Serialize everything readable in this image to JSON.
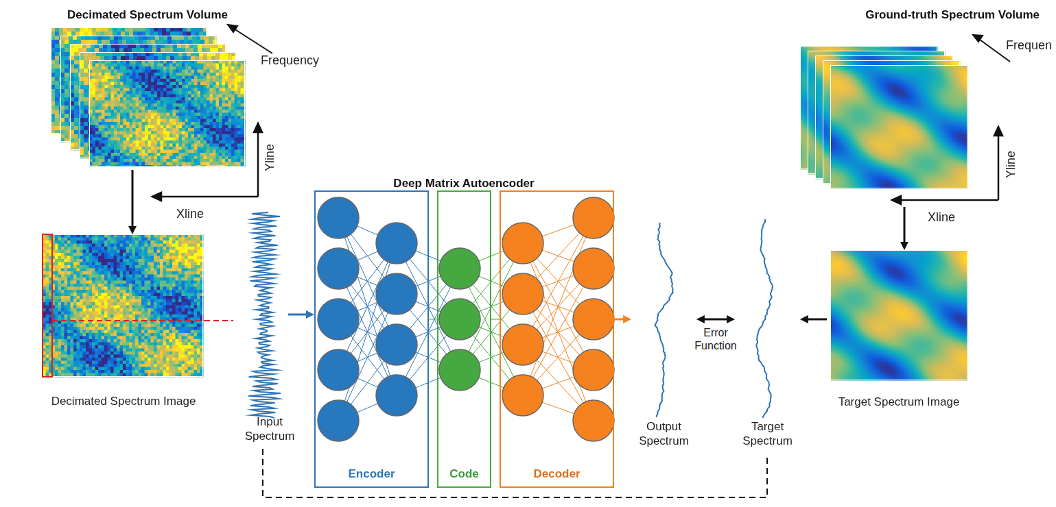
{
  "diagram": {
    "nodes": [
      {
        "text": [
          "Decimated Spectrum Volume"
        ]
      },
      {
        "text": [
          "Decimated Spectrum Image"
        ]
      },
      {
        "text": [
          "Input Spectrum"
        ]
      },
      {
        "text": [
          "Encoder"
        ]
      },
      {
        "text": [
          "Code"
        ]
      },
      {
        "text": [
          "Decoder"
        ]
      },
      {
        "text": [
          "Output Spectrum"
        ]
      },
      {
        "text": [
          "Target Spectrum"
        ]
      },
      {
        "text": [
          "Target Spectrum Image"
        ]
      },
      {
        "text": [
          "Ground-truth Spectrum Volume"
        ]
      }
    ],
    "edges": [
      {
        "from": 0,
        "to": 1,
        "arrow": "to"
      },
      {
        "from": 1,
        "to": 2,
        "arrow": "none"
      },
      {
        "from": 2,
        "to": 3,
        "arrow": "to"
      },
      {
        "from": 3,
        "to": 4,
        "arrow": "none"
      },
      {
        "from": 4,
        "to": 5,
        "arrow": "none"
      },
      {
        "from": 5,
        "to": 6,
        "arrow": "to"
      },
      {
        "from": 6,
        "to": 7,
        "label": "Error Function",
        "arrow": "both"
      },
      {
        "from": 8,
        "to": 7,
        "arrow": "to"
      },
      {
        "from": 9,
        "to": 8,
        "arrow": "to"
      },
      {
        "from": 2,
        "to": 7,
        "arrow": "none"
      }
    ],
    "labels": [
      "Frequency",
      "Yline",
      "Xline",
      "Deep Matrix Autoencoder",
      "Frequen",
      "Yline",
      "Xline"
    ]
  }
}
